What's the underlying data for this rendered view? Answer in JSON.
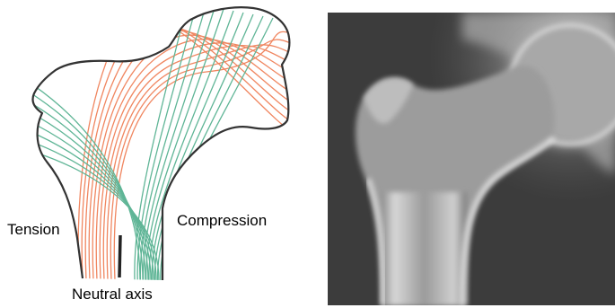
{
  "labels": {
    "tension": "Tension",
    "compression": "Compression",
    "neutral_axis": "Neutral axis"
  },
  "colors": {
    "tension": "#f08660",
    "compression": "#5fb596",
    "outline": "#333333",
    "neutral_line": "#222222"
  },
  "xray_image": "radiograph-of-proximal-femur"
}
